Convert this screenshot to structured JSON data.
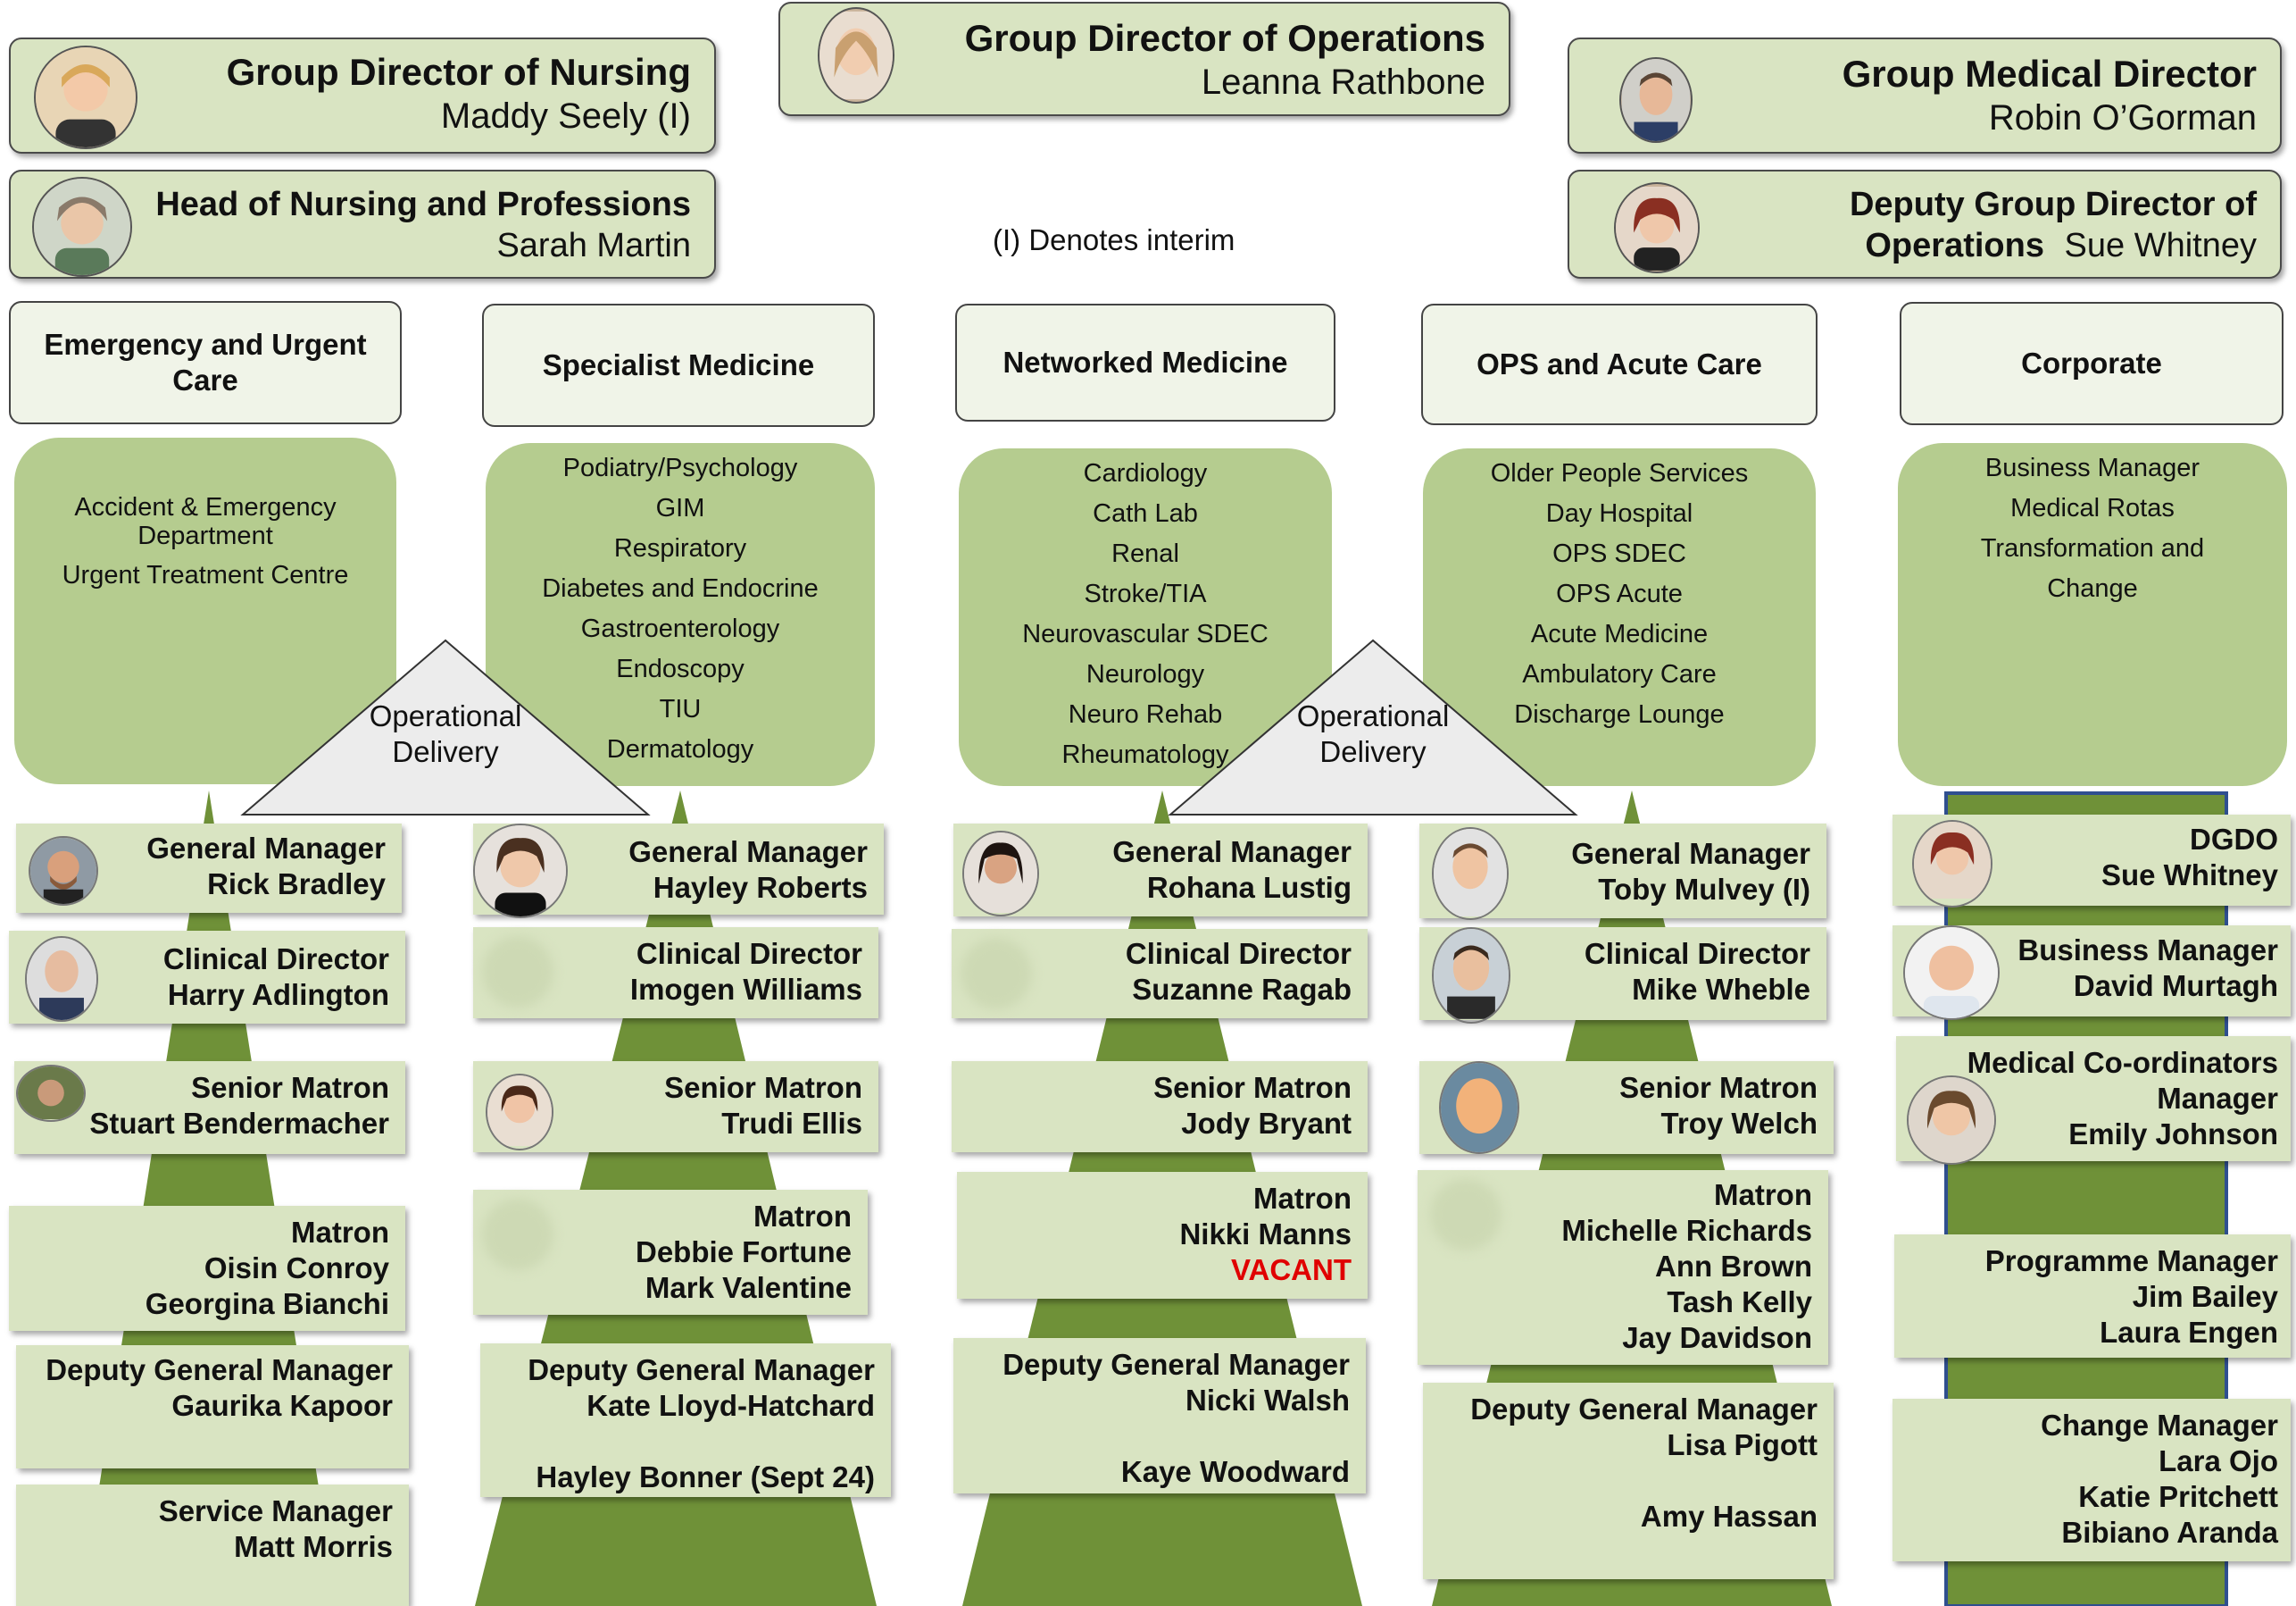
{
  "colors": {
    "card_bg": "#d9e4c2",
    "service_bg": "#b5cc8f",
    "pyramid": "#6f9138",
    "corporate_bar": "#6f9138",
    "corporate_border": "#2f4f8f",
    "vacant": "#e00000"
  },
  "leaders": {
    "nursing": {
      "title": "Group Director of Nursing",
      "person": "Maddy Seely (I)"
    },
    "operations": {
      "title": "Group Director of Operations",
      "person": "Leanna Rathbone"
    },
    "medical": {
      "title": "Group Medical Director",
      "person": "Robin O’Gorman"
    },
    "head_nursing": {
      "title": "Head of Nursing and Professions",
      "person": "Sarah Martin"
    },
    "deputy_ops": {
      "title_line1": "Deputy Group Director of",
      "title_line2": "Operations",
      "person": "Sue Whitney"
    }
  },
  "note": "(I) Denotes interim",
  "operational_delivery": {
    "line1": "Operational",
    "line2": "Delivery"
  },
  "divisions": [
    {
      "name_line1": "Emergency and Urgent",
      "name_line2": "Care",
      "services": [
        "Accident & Emergency",
        "Department",
        "Urgent Treatment Centre"
      ],
      "roles": [
        {
          "lines": [
            "General Manager",
            "Rick Bradley"
          ]
        },
        {
          "lines": [
            "Clinical Director",
            "Harry Adlington"
          ]
        },
        {
          "lines": [
            "Senior Matron",
            "Stuart Bendermacher"
          ]
        },
        {
          "lines": [
            "Matron",
            "Oisin Conroy",
            "Georgina Bianchi"
          ]
        },
        {
          "lines": [
            "Deputy General Manager",
            "Gaurika Kapoor"
          ]
        },
        {
          "lines": [
            "Service Manager",
            "Matt Morris"
          ]
        }
      ]
    },
    {
      "name_line1": "Specialist Medicine",
      "name_line2": "",
      "services": [
        "Podiatry/Psychology",
        "GIM",
        "Respiratory",
        "Diabetes and Endocrine",
        "Gastroenterology",
        "Endoscopy",
        "TIU",
        "Dermatology"
      ],
      "roles": [
        {
          "lines": [
            "General Manager",
            "Hayley Roberts"
          ]
        },
        {
          "lines": [
            "Clinical Director",
            "Imogen Williams"
          ]
        },
        {
          "lines": [
            "Senior Matron",
            "Trudi Ellis"
          ]
        },
        {
          "lines": [
            "Matron",
            "Debbie Fortune",
            "Mark Valentine"
          ]
        },
        {
          "lines": [
            "Deputy General Manager",
            "Kate Lloyd-Hatchard",
            "",
            "Hayley Bonner (Sept 24)"
          ]
        }
      ]
    },
    {
      "name_line1": "Networked Medicine",
      "name_line2": "",
      "services": [
        "Cardiology",
        "Cath Lab",
        "Renal",
        "Stroke/TIA",
        "Neurovascular SDEC",
        "Neurology",
        "Neuro Rehab",
        "Rheumatology"
      ],
      "roles": [
        {
          "lines": [
            "General Manager",
            "Rohana Lustig"
          ]
        },
        {
          "lines": [
            "Clinical Director",
            "Suzanne Ragab"
          ]
        },
        {
          "lines": [
            "Senior Matron",
            "Jody Bryant"
          ]
        },
        {
          "lines": [
            "Matron",
            "Nikki Manns"
          ],
          "vacant": "VACANT"
        },
        {
          "lines": [
            "Deputy General Manager",
            "Nicki Walsh",
            "",
            "Kaye Woodward"
          ]
        }
      ]
    },
    {
      "name_line1": "OPS and Acute Care",
      "name_line2": "",
      "services": [
        "Older People Services",
        "Day Hospital",
        "OPS SDEC",
        "OPS Acute",
        "Acute Medicine",
        "Ambulatory Care",
        "Discharge Lounge"
      ],
      "roles": [
        {
          "lines": [
            "General Manager",
            "Toby Mulvey (I)"
          ]
        },
        {
          "lines": [
            "Clinical Director",
            "Mike Wheble"
          ]
        },
        {
          "lines": [
            "Senior Matron",
            "Troy Welch"
          ]
        },
        {
          "lines": [
            "Matron",
            "Michelle Richards",
            "Ann Brown",
            "Tash Kelly",
            "Jay Davidson"
          ]
        },
        {
          "lines": [
            "Deputy General Manager",
            "Lisa Pigott",
            "",
            "Amy Hassan"
          ]
        }
      ]
    },
    {
      "name_line1": "Corporate",
      "name_line2": "",
      "services": [
        "Business Manager",
        "Medical Rotas",
        "Transformation and",
        "Change"
      ],
      "roles": [
        {
          "lines": [
            "DGDO",
            "Sue Whitney"
          ]
        },
        {
          "lines": [
            "Business Manager",
            "David Murtagh"
          ]
        },
        {
          "lines": [
            "Medical Co-ordinators",
            "Manager",
            "Emily Johnson"
          ]
        },
        {
          "lines": [
            "Programme Manager",
            "Jim Bailey",
            "Laura Engen"
          ]
        },
        {
          "lines": [
            "Change Manager",
            "Lara Ojo",
            "Katie Pritchett",
            "Bibiano Aranda"
          ]
        }
      ]
    }
  ]
}
